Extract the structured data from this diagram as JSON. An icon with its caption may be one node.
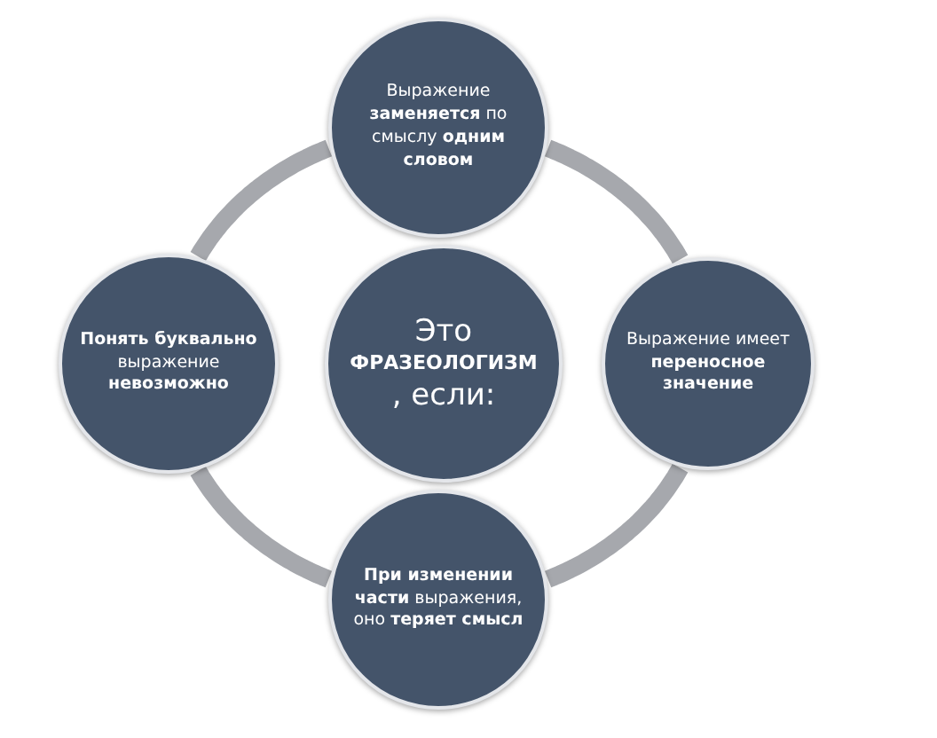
{
  "diagram": {
    "nodes": [
      {
        "text": [
          "Это **ФРАЗЕОЛОГИЗМ** , если:"
        ]
      },
      {
        "text": [
          "Выражение **заменяется** по смыслу **одним словом**"
        ]
      },
      {
        "text": [
          "Выражение имеет **переносное значение**"
        ]
      },
      {
        "text": [
          "**При изменении части** выражения, оно **теряет смысл**"
        ]
      },
      {
        "text": [
          "**Понять буквально** выражение **невозможно**"
        ]
      }
    ],
    "edges": [
      {
        "from": 1,
        "to": 2,
        "arrow": "none"
      },
      {
        "from": 2,
        "to": 3,
        "arrow": "none"
      },
      {
        "from": 3,
        "to": 4,
        "arrow": "none"
      },
      {
        "from": 4,
        "to": 1,
        "arrow": "none"
      }
    ]
  }
}
